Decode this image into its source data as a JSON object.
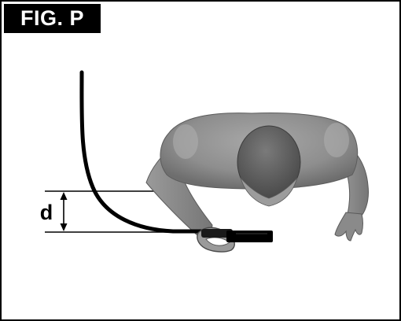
{
  "figure": {
    "label": "FIG. P",
    "dimension_label": "d"
  },
  "icons": {
    "person": "welder-figure-top-view",
    "cable": "welding-cable",
    "torch": "welding-torch"
  },
  "colors": {
    "label_bg": "#000000",
    "label_text": "#ffffff",
    "body_fill": "#8c8c8c",
    "cable": "#000000"
  }
}
